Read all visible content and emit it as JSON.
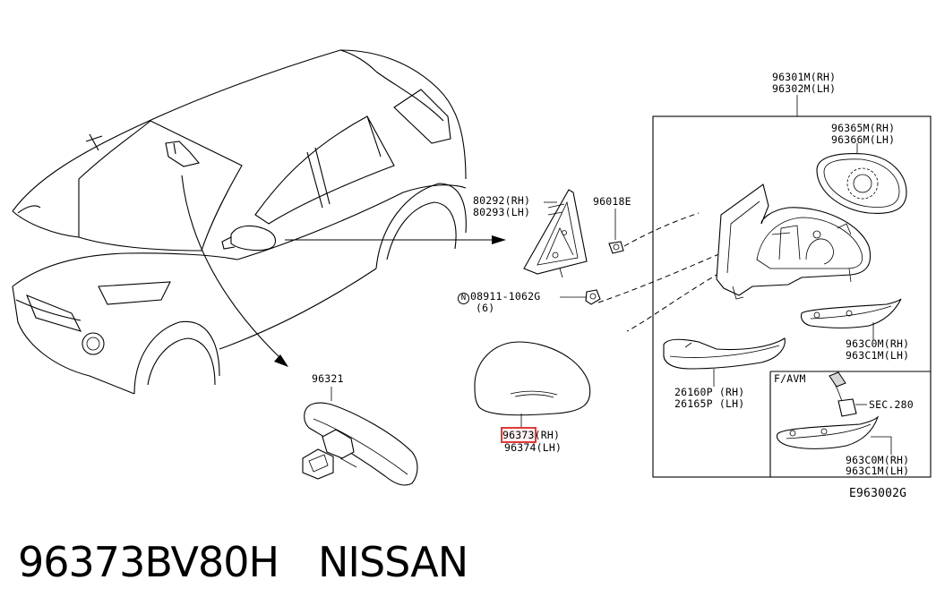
{
  "labels": {
    "housing_rh": "96301M(RH)",
    "housing_lh": "96302M(LH)",
    "glass_rh": "96365M(RH)",
    "glass_lh": "96366M(LH)",
    "finisher_rh": "80292(RH)",
    "finisher_lh": "80293(LH)",
    "nut": "96018E",
    "bolt_n": "N",
    "bolt": "08911-1062G",
    "bolt_qty": "(6)",
    "cover_upper_rh": "963C0M(RH)",
    "cover_upper_lh": "963C1M(LH)",
    "lamp_rh": "26160P (RH)",
    "lamp_lh": "26165P (LH)",
    "inside_mirror": "96321",
    "cap_rh_part": "96373",
    "cap_rh_side": "(RH)",
    "cap_lh": "96374(LH)",
    "favm": "F/AVM",
    "sec": "SEC.280",
    "cover_lower_rh": "963C0M(RH)",
    "cover_lower_lh": "963C1M(LH)",
    "diagram_code": "E963002G"
  },
  "footer": {
    "part_number": "96373BV80H",
    "brand": "NISSAN"
  },
  "highlight_color": "#e23a3a"
}
